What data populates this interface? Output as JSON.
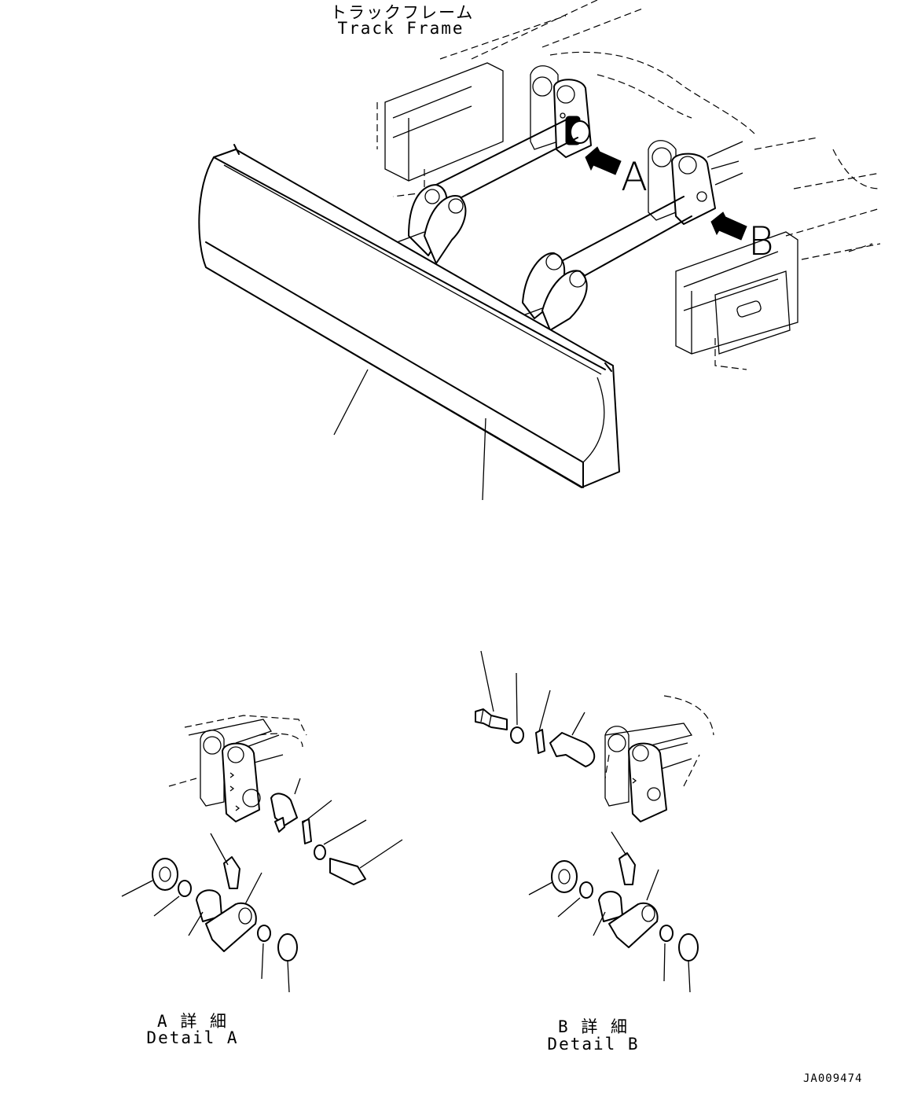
{
  "labels": {
    "track_frame_jp": "トラックフレーム",
    "track_frame_en": "Track Frame",
    "callout_a": "A",
    "callout_b": "B",
    "detail_a_jp": "A 詳 細",
    "detail_a_en": "Detail A",
    "detail_b_jp": "B 詳 細",
    "detail_b_en": "Detail B",
    "drawing_code": "JA009474"
  },
  "colors": {
    "line": "#000000",
    "background": "#ffffff"
  }
}
